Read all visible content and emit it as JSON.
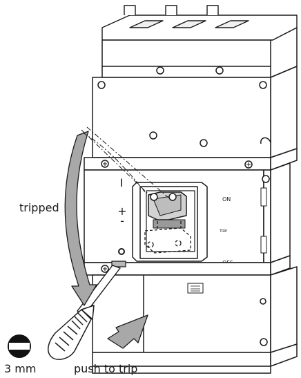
{
  "labels": {
    "tripped": "tripped",
    "thickness": "3 mm",
    "push": "push to trip",
    "on": "ON",
    "trip": "TRIP",
    "off": "OFF",
    "pos_i": "I",
    "pos_plus": "+",
    "pos_minus": "-",
    "pos_o": "O"
  },
  "colors": {
    "line": "#1a1a1a",
    "arrow_fill": "#a8a8a8",
    "slot_fill": "#b8b8b8",
    "tool_dark": "#111111",
    "paper": "#ffffff"
  }
}
